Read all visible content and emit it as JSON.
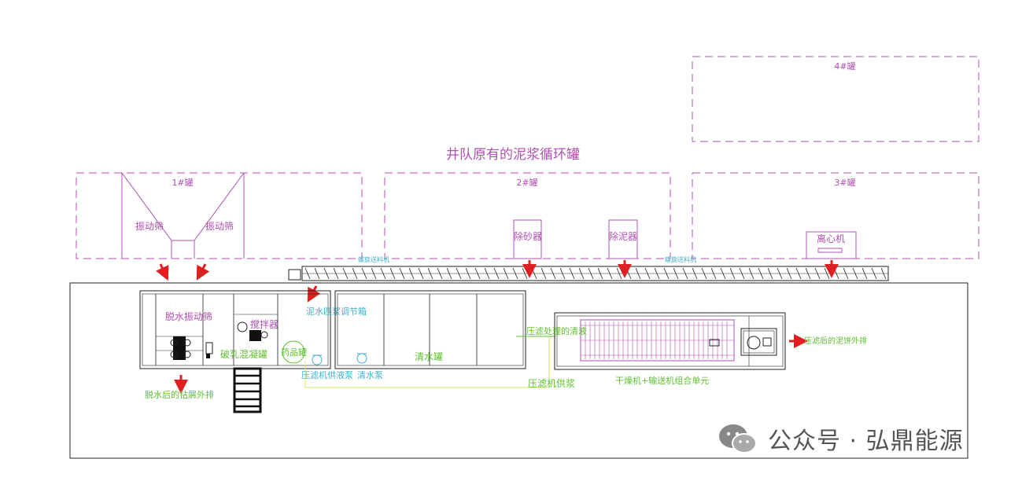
{
  "title": "井队原有的泥浆循环罐",
  "tanks": {
    "tank1": "1#罐",
    "tank2": "2#罐",
    "tank3": "3#罐",
    "tank4": "4#罐"
  },
  "equipment": {
    "shaker_left": "振动筛",
    "shaker_right": "振动筛",
    "desander": "除砂器",
    "desilter": "除泥器",
    "centrifuge": "离心机",
    "screw_conveyor_left": "螺旋送料机",
    "screw_conveyor_right": "螺旋送料机"
  },
  "unit": {
    "dewatering_shaker": "脱水振动筛",
    "mixer": "搅拌器",
    "flocculation_tank": "破乳混凝罐",
    "chemical_tank": "药品罐",
    "mud_adjust_tank": "泥水匹浆调节箱",
    "clear_water_tank": "清水罐",
    "filter_pump": "压滤机供液泵",
    "clear_pump": "清水泵",
    "filter_supply": "压滤机供浆",
    "filter_discharge": "压滤处理的清液",
    "dryer_unit": "干燥机+输送机组合单元",
    "cake_discharge": "压滤后的泥饼外排",
    "solids_discharge": "脱水后的钻屑外排"
  },
  "watermark": {
    "text": "公众号 · 弘鼎能源",
    "icon": "wechat-icon"
  },
  "colors": {
    "magenta": "#b050b0",
    "cyan": "#40b0d0",
    "green": "#60c030",
    "yellow": "#e0e060",
    "red": "#e02020",
    "black": "#222222"
  }
}
